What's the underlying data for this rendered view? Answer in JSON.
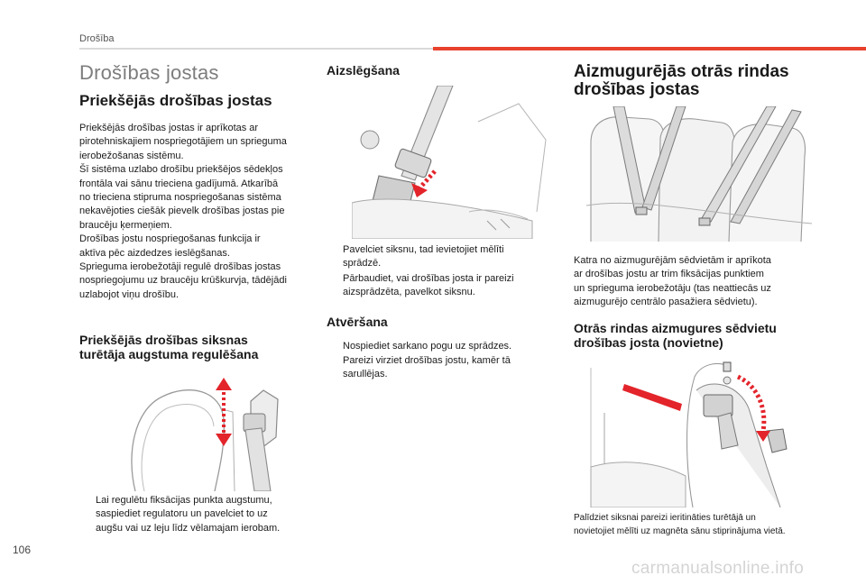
{
  "header": {
    "section": "Drošība"
  },
  "page_number": "106",
  "watermark": "carmanualsonline.info",
  "bullet_glyph": "",
  "col1": {
    "title": "Drošības jostas",
    "front_heading": "Priekšējās drošības jostas",
    "front_body": [
      "Priekšējās drošības jostas ir aprīkotas ar",
      "pirotehniskajiem nospriegotājiem un sprieguma",
      "ierobežošanas sistēmu.",
      "Šī sistēma uzlabo drošību priekšējos sēdekļos",
      "frontāla vai sānu trieciena gadījumā. Atkarībā",
      "no trieciena stipruma nospriegošanas sistēma",
      "nekavējoties ciešāk pievelk drošības jostas pie",
      "braucēju ķermeņiem.",
      "Drošības jostu nospriegošanas funkcija ir",
      "aktīva pēc aizdedzes ieslēgšanas.",
      "Sprieguma ierobežotāji regulē drošības jostas",
      "nospriegojumu uz braucēju krūškurvja, tādējādi",
      "uzlabojot viņu drošību."
    ],
    "height_heading_1": "Priekšējās drošības siksnas",
    "height_heading_2": "turētāja augstuma regulēšana",
    "height_bullet": [
      "Lai regulētu fiksācijas punkta augstumu,",
      "saspiediet regulatoru un pavelciet to uz",
      "augšu vai uz leju līdz vēlamajam ierobam."
    ]
  },
  "col2": {
    "fasten_heading": "Aizslēgšana",
    "fasten_bullets": [
      [
        "Pavelciet siksnu, tad ievietojiet mēlīti",
        "sprādzē."
      ],
      [
        "Pārbaudiet, vai drošības josta ir pareizi",
        "aizsprādzēta, pavelkot siksnu."
      ]
    ],
    "unfasten_heading": "Atvēršana",
    "unfasten_bullets": [
      [
        "Nospiediet sarkano pogu uz sprādzes."
      ],
      [
        "Pareizi virziet drošības jostu, kamēr tā",
        "sarullējas."
      ]
    ]
  },
  "col3": {
    "rear_heading_1": "Aizmugurējās otrās rindas",
    "rear_heading_2": "drošības jostas",
    "rear_body": [
      "Katra no aizmugurējām sēdvietām ir aprīkota",
      "ar drošības jostu ar trim fiksācijas punktiem",
      "un sprieguma ierobežotāju (tas neattiecās uz",
      "aizmugurējo centrālo pasažiera sēdvietu)."
    ],
    "side_heading_1": "Otrās rindas aizmugures sēdvietu",
    "side_heading_2": "drošības josta (novietne)",
    "side_caption": [
      "Palīdziet siksnai pareizi ieritināties turētājā un",
      "novietojiet mēlīti uz magnēta sānu stiprinājuma vietā."
    ]
  },
  "colors": {
    "accent": "#e8412c",
    "arrow": "#e3242b",
    "title_gray": "#7d7d7d"
  }
}
